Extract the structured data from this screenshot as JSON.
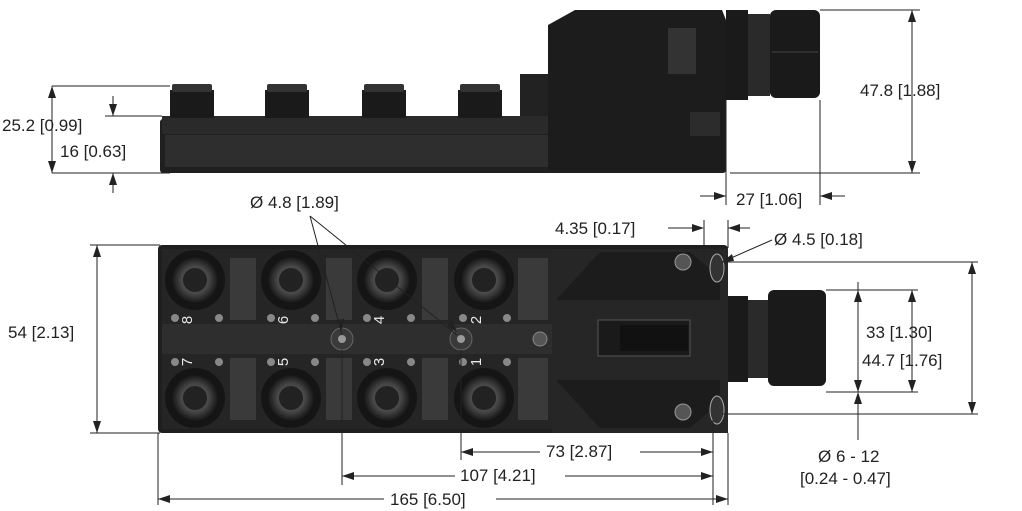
{
  "dimensions": {
    "d_25_2": "25.2 [0.99]",
    "d_16": "16 [0.63]",
    "d_47_8": "47.8 [1.88]",
    "d_27": "27 [1.06]",
    "d_dia_4_8": "Ø 4.8 [1.89]",
    "d_4_35": "4.35 [0.17]",
    "d_dia_4_5": "Ø 4.5 [0.18]",
    "d_54": "54 [2.13]",
    "d_33": "33 [1.30]",
    "d_44_7": "44.7 [1.76]",
    "d_73": "73 [2.87]",
    "d_107": "107 [4.21]",
    "d_165": "165 [6.50]",
    "d_dia_6_12_line1": "Ø 6 - 12",
    "d_dia_6_12_line2": "[0.24 - 0.47]"
  },
  "port_numbers_top": [
    "8",
    "6",
    "4",
    "2"
  ],
  "port_numbers_bottom": [
    "7",
    "5",
    "3",
    "1"
  ],
  "colors": {
    "body": "#1a1a1a",
    "line": "#222222",
    "panel": "#2a2a2a"
  }
}
